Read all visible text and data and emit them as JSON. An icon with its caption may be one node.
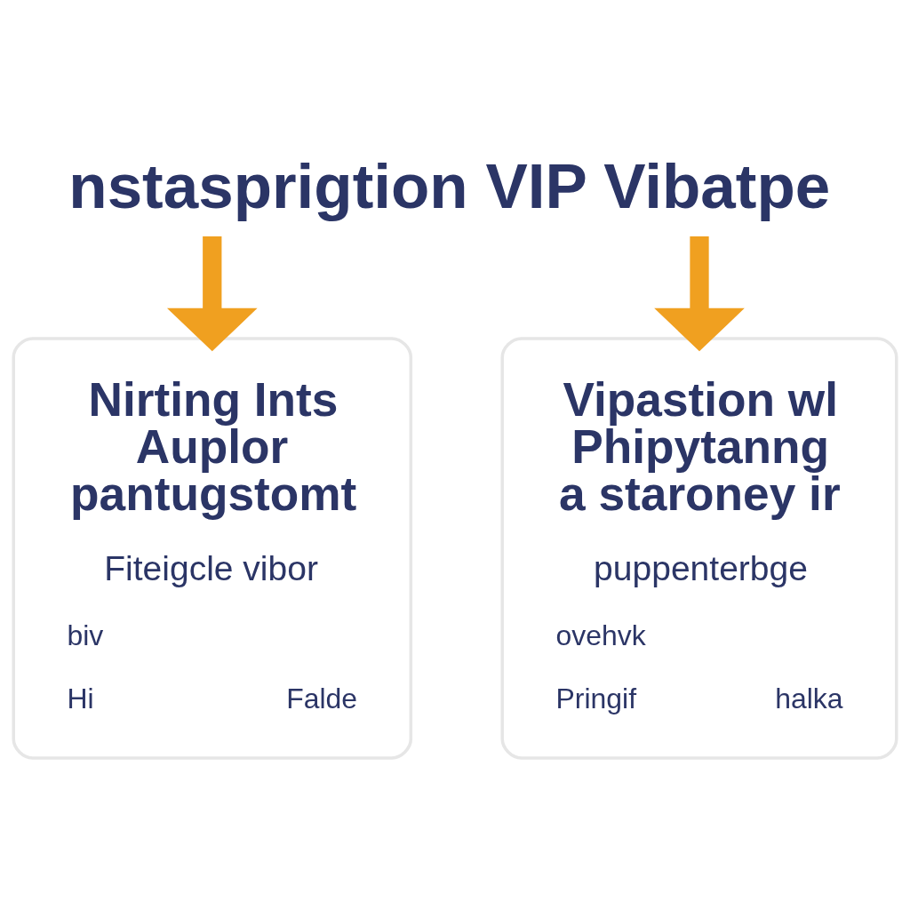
{
  "diagram": {
    "title": "nstasprigtion VIP Vibatpe",
    "nodes": [
      {
        "text": [
          "Nirting Ints Auplor pantugstomt",
          "Fiteigcle vibor",
          "biv",
          "Hi",
          "Falde"
        ]
      },
      {
        "text": [
          "Vipastion wl Phipytanng a staroney ir",
          "puppenterbge",
          "ovehvk",
          "Pringif",
          "halka"
        ]
      }
    ],
    "edges": [
      {
        "from": null,
        "to": 0,
        "arrow": "to"
      },
      {
        "from": null,
        "to": 1,
        "arrow": "to"
      }
    ]
  }
}
